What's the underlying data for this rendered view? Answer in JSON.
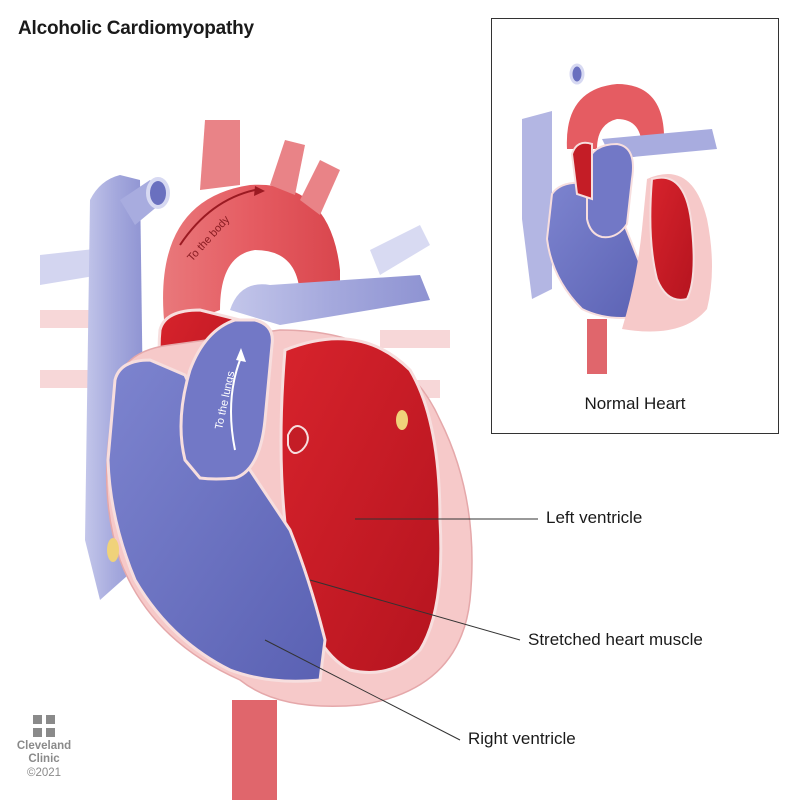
{
  "title": "Alcoholic Cardiomyopathy",
  "main_illustration": {
    "subject": "enlarged heart (alcoholic cardiomyopathy) cross-section",
    "arrow_labels": {
      "aorta": "To the body",
      "pulmonary": "To the lungs"
    },
    "callouts": [
      {
        "id": "left-ventricle",
        "label": "Left ventricle"
      },
      {
        "id": "stretched-muscle",
        "label": "Stretched heart muscle"
      },
      {
        "id": "right-ventricle",
        "label": "Right ventricle"
      }
    ]
  },
  "inset": {
    "caption": "Normal Heart"
  },
  "logo": {
    "name_line1": "Cleveland",
    "name_line2": "Clinic",
    "copyright": "©2021"
  },
  "colors": {
    "oxygenated": "#d8262f",
    "oxygenated_light": "#e8676b",
    "deoxygenated": "#6d74c4",
    "deoxygenated_light": "#a9acde",
    "muscle_wall": "#f4c3c3",
    "text": "#1a1a1a",
    "logo_gray": "#8a8a8a"
  }
}
